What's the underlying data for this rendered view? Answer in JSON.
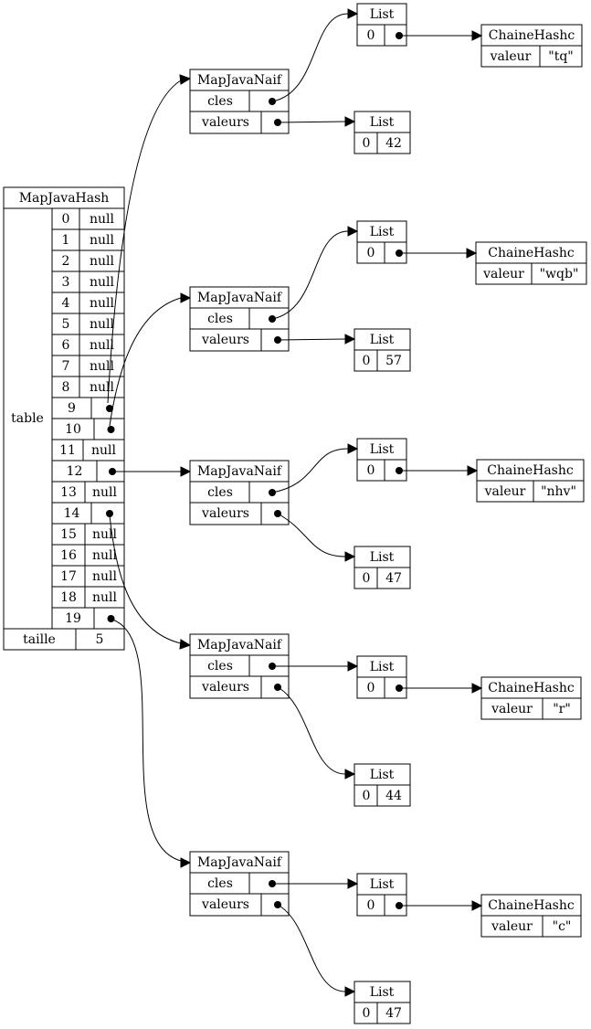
{
  "map_hash": {
    "title": "MapJavaHash",
    "table_label": "table",
    "slots": [
      {
        "index": "0",
        "value": "null"
      },
      {
        "index": "1",
        "value": "null"
      },
      {
        "index": "2",
        "value": "null"
      },
      {
        "index": "3",
        "value": "null"
      },
      {
        "index": "4",
        "value": "null"
      },
      {
        "index": "5",
        "value": "null"
      },
      {
        "index": "6",
        "value": "null"
      },
      {
        "index": "7",
        "value": "null"
      },
      {
        "index": "8",
        "value": "null"
      },
      {
        "index": "9",
        "value": ""
      },
      {
        "index": "10",
        "value": ""
      },
      {
        "index": "11",
        "value": "null"
      },
      {
        "index": "12",
        "value": ""
      },
      {
        "index": "13",
        "value": "null"
      },
      {
        "index": "14",
        "value": ""
      },
      {
        "index": "15",
        "value": "null"
      },
      {
        "index": "16",
        "value": "null"
      },
      {
        "index": "17",
        "value": "null"
      },
      {
        "index": "18",
        "value": "null"
      },
      {
        "index": "19",
        "value": ""
      }
    ],
    "size_label": "taille",
    "size_value": "5"
  },
  "naif_maps": [
    {
      "title": "MapJavaNaif",
      "keys_label": "cles",
      "values_label": "valeurs",
      "from_slot": "9",
      "keys_list": {
        "title": "List",
        "index": "0"
      },
      "key": {
        "title": "ChaineHashc",
        "field": "valeur",
        "value": "\"tq\""
      },
      "values_list": {
        "title": "List",
        "index": "0",
        "value": "42"
      }
    },
    {
      "title": "MapJavaNaif",
      "keys_label": "cles",
      "values_label": "valeurs",
      "from_slot": "10",
      "keys_list": {
        "title": "List",
        "index": "0"
      },
      "key": {
        "title": "ChaineHashc",
        "field": "valeur",
        "value": "\"wqb\""
      },
      "values_list": {
        "title": "List",
        "index": "0",
        "value": "57"
      }
    },
    {
      "title": "MapJavaNaif",
      "keys_label": "cles",
      "values_label": "valeurs",
      "from_slot": "12",
      "keys_list": {
        "title": "List",
        "index": "0"
      },
      "key": {
        "title": "ChaineHashc",
        "field": "valeur",
        "value": "\"nhv\""
      },
      "values_list": {
        "title": "List",
        "index": "0",
        "value": "47"
      }
    },
    {
      "title": "MapJavaNaif",
      "keys_label": "cles",
      "values_label": "valeurs",
      "from_slot": "14",
      "keys_list": {
        "title": "List",
        "index": "0"
      },
      "key": {
        "title": "ChaineHashc",
        "field": "valeur",
        "value": "\"r\""
      },
      "values_list": {
        "title": "List",
        "index": "0",
        "value": "44"
      }
    },
    {
      "title": "MapJavaNaif",
      "keys_label": "cles",
      "values_label": "valeurs",
      "from_slot": "19",
      "keys_list": {
        "title": "List",
        "index": "0"
      },
      "key": {
        "title": "ChaineHashc",
        "field": "valeur",
        "value": "\"c\""
      },
      "values_list": {
        "title": "List",
        "index": "0",
        "value": "47"
      }
    }
  ]
}
